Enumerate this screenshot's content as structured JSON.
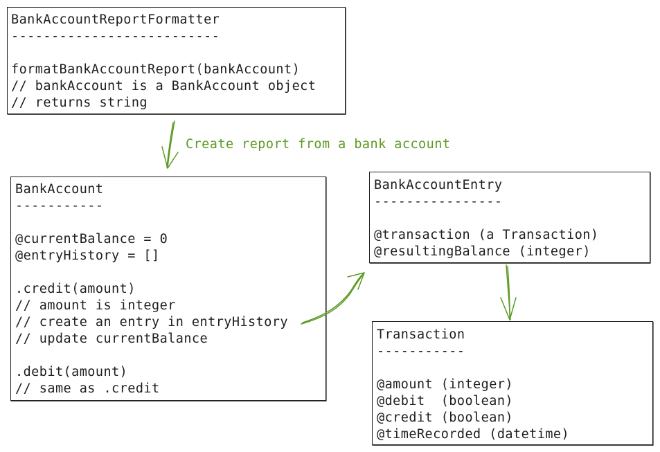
{
  "accent_color": "#5b9a22",
  "boxes": {
    "formatter": {
      "title": "BankAccountReportFormatter",
      "rule": "--------------------------",
      "lines": [
        "formatBankAccountReport(bankAccount)",
        "// bankAccount is a BankAccount object",
        "// returns string"
      ]
    },
    "bank_account": {
      "title": "BankAccount",
      "rule": "-----------",
      "lines": [
        "@currentBalance = 0",
        "@entryHistory = []",
        ".credit(amount)",
        "// amount is integer",
        "// create an entry in entryHistory",
        "// update currentBalance",
        ".debit(amount)",
        "// same as .credit"
      ]
    },
    "entry": {
      "title": "BankAccountEntry",
      "rule": "----------------",
      "lines": [
        "@transaction (a Transaction)",
        "@resultingBalance (integer)"
      ]
    },
    "transaction": {
      "title": "Transaction",
      "rule": "-----------",
      "lines": [
        "@amount (integer)",
        "@debit  (boolean)",
        "@credit (boolean)",
        "@timeRecorded (datetime)"
      ]
    }
  },
  "arrows": {
    "formatter_to_account_label": "Create report from a bank account"
  }
}
